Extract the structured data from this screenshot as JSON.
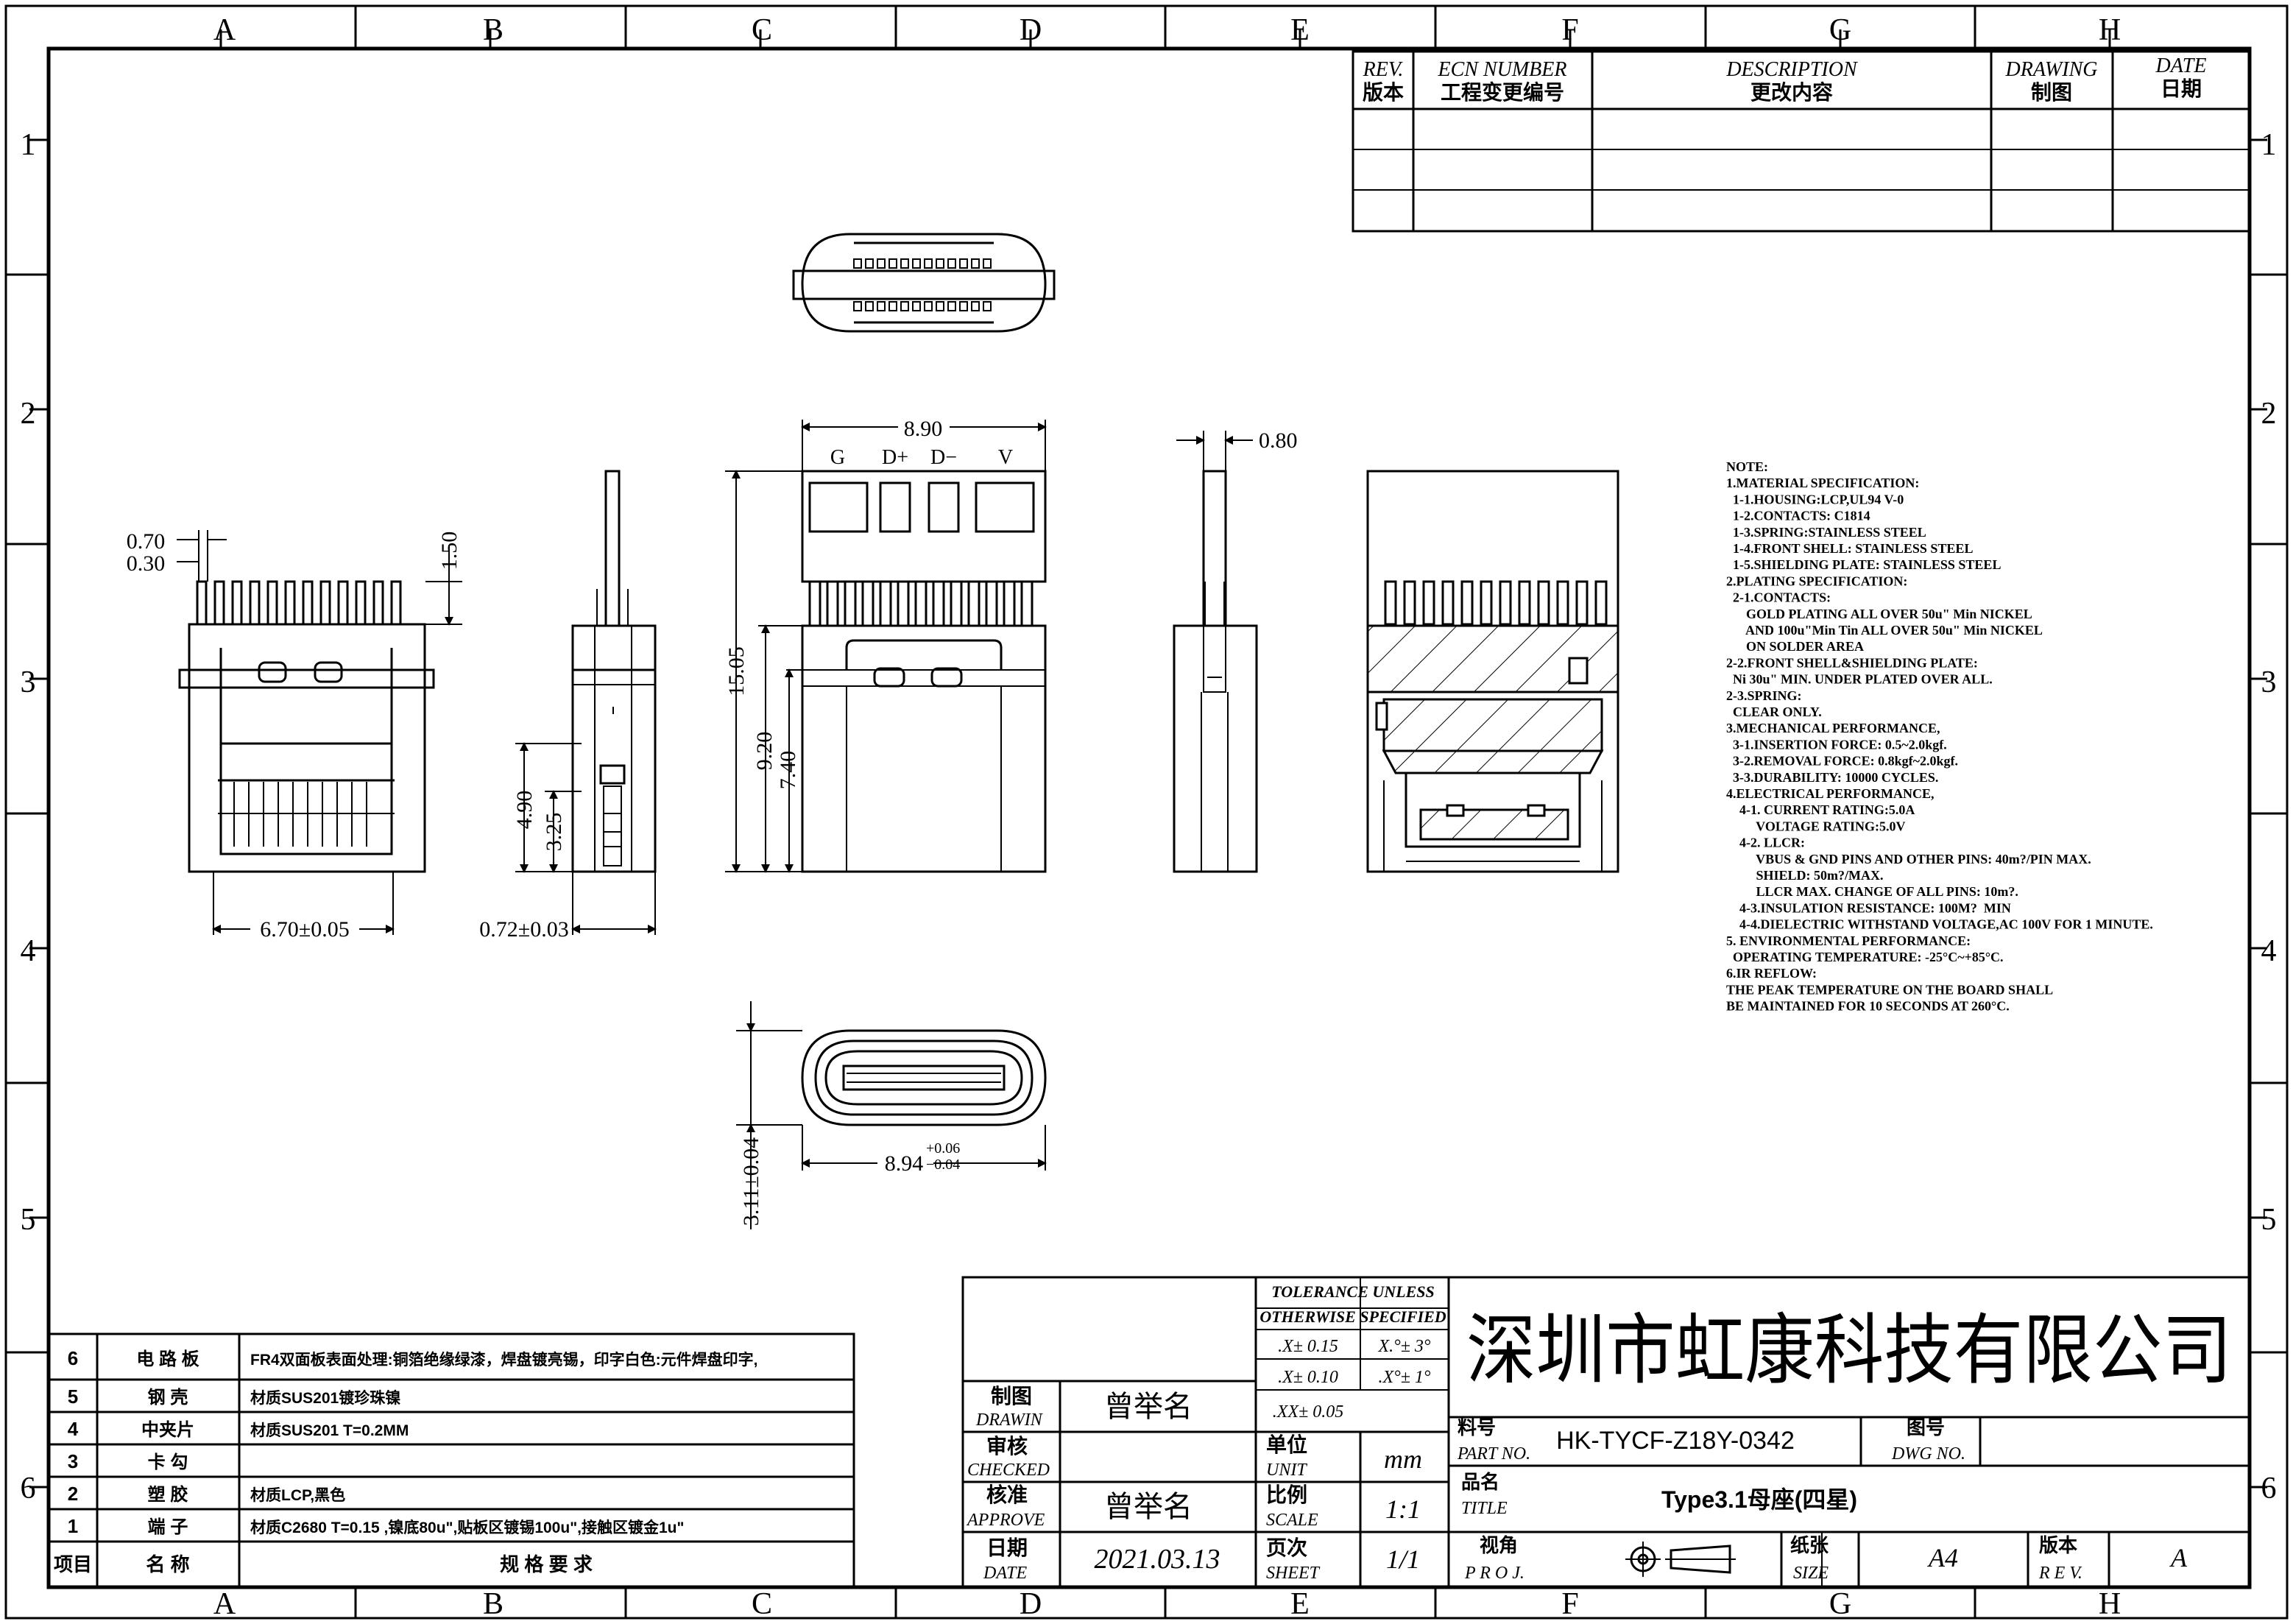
{
  "frame": {
    "col_letters": [
      "A",
      "B",
      "C",
      "D",
      "E",
      "F",
      "G",
      "H"
    ],
    "row_numbers": [
      "1",
      "2",
      "3",
      "4",
      "5",
      "6"
    ]
  },
  "revision_table": {
    "headers": [
      {
        "en": "REV.",
        "cn": "版本"
      },
      {
        "en": "ECN NUMBER",
        "cn": "工程变更编号"
      },
      {
        "en": "DESCRIPTION",
        "cn": "更改内容"
      },
      {
        "en": "DRAWING",
        "cn": "制图"
      },
      {
        "en": "DATE",
        "cn": "日期"
      }
    ]
  },
  "top_view": {
    "labels": {
      "width": "8.90",
      "pin_g": "G",
      "pin_dp": "D+",
      "pin_dm": "D−",
      "pin_v": "V",
      "height_total": "15.05",
      "height_mid": "9.20",
      "height_shell": "7.40"
    }
  },
  "left_view": {
    "labels": {
      "pin_w1": "0.70",
      "pin_w2": "0.30",
      "pin_len": "1.50",
      "width": "6.70±0.05"
    }
  },
  "side_view": {
    "labels": {
      "h1": "4.90",
      "h2": "3.25",
      "thick": "0.72±0.03"
    }
  },
  "right_view": {
    "labels": {
      "thick": "0.80"
    }
  },
  "front_view": {
    "labels": {
      "width": "8.94",
      "tol_plus": "+0.06",
      "tol_minus": "−0.04",
      "height": "3.11±0.04"
    }
  },
  "notes": [
    "NOTE:",
    "1.MATERIAL SPECIFICATION:",
    "  1-1.HOUSING:LCP,UL94 V-0",
    "  1-2.CONTACTS: C1814",
    "  1-3.SPRING:STAINLESS STEEL",
    "  1-4.FRONT SHELL: STAINLESS STEEL",
    "  1-5.SHIELDING PLATE: STAINLESS STEEL",
    "2.PLATING SPECIFICATION:",
    "  2-1.CONTACTS:",
    "      GOLD PLATING ALL OVER 50u\" Min NICKEL",
    "      AND 100u\"Min Tin ALL OVER 50u\" Min NICKEL",
    "      ON SOLDER AREA",
    "2-2.FRONT SHELL&SHIELDING PLATE:",
    "  Ni 30u\" MIN. UNDER PLATED OVER ALL.",
    "2-3.SPRING:",
    "  CLEAR ONLY.",
    "3.MECHANICAL PERFORMANCE,",
    "  3-1.INSERTION FORCE: 0.5~2.0kgf.",
    "  3-2.REMOVAL FORCE: 0.8kgf~2.0kgf.",
    "  3-3.DURABILITY: 10000 CYCLES.",
    "4.ELECTRICAL PERFORMANCE,",
    "    4-1. CURRENT RATING:5.0A",
    "         VOLTAGE RATING:5.0V",
    "    4-2. LLCR:",
    "         VBUS & GND PINS AND OTHER PINS: 40m?/PIN MAX.",
    "         SHIELD: 50m?/MAX.",
    "         LLCR MAX. CHANGE OF ALL PINS: 10m?.",
    "    4-3.INSULATION RESISTANCE: 100M?  MIN",
    "    4-4.DIELECTRIC WITHSTAND VOLTAGE,AC 100V FOR 1 MINUTE.",
    "5. ENVIRONMENTAL PERFORMANCE:",
    "  OPERATING TEMPERATURE: -25°C~+85°C.",
    "6.IR REFLOW:",
    "THE PEAK TEMPERATURE ON THE BOARD SHALL",
    "BE MAINTAINED FOR 10 SECONDS AT 260°C."
  ],
  "bom": {
    "rows": [
      {
        "no": "6",
        "name": "电 路 板",
        "spec": "FR4双面板表面处理:铜箔绝缘绿漆，焊盘镀亮锡，印字白色:元件焊盘印字,"
      },
      {
        "no": "5",
        "name": "钢 壳",
        "spec": "材质SUS201镀珍珠镍"
      },
      {
        "no": "4",
        "name": "中夹片",
        "spec": "材质SUS201 T=0.2MM"
      },
      {
        "no": "3",
        "name": "卡 勾",
        "spec": ""
      },
      {
        "no": "2",
        "name": "塑 胶",
        "spec": "材质LCP,黑色"
      },
      {
        "no": "1",
        "name": "端 子",
        "spec": "材质C2680 T=0.15 ,镍底80u\",贴板区镀锡100u\",接触区镀金1u\""
      }
    ],
    "header": {
      "no": "项目",
      "name": "名 称",
      "spec": "规 格 要 求"
    }
  },
  "title_block": {
    "tolerance_header1": "TOLERANCE UNLESS",
    "tolerance_header2": "OTHERWISE SPECIFIED",
    "tol_x": ".X± 0.15",
    "tol_xx": ".X± 0.10",
    "tol_xxx": ".XX± 0.05",
    "tol_ang1": "X.°± 3°",
    "tol_ang2": ".X°± 1°",
    "drawn_cn": "制图",
    "drawn_en": "DRAWIN",
    "drawn_by": "曾举名",
    "checked_cn": "审核",
    "checked_en": "CHECKED",
    "checked_by": "",
    "approve_cn": "核准",
    "approve_en": "APPROVE",
    "approve_by": "曾举名",
    "date_cn": "日期",
    "date_en": "DATE",
    "date_val": "2021.03.13",
    "unit_cn": "单位",
    "unit_en": "UNIT",
    "unit_val": "mm",
    "scale_cn": "比例",
    "scale_en": "SCALE",
    "scale_val": "1:1",
    "sheet_cn": "页次",
    "sheet_en": "SHEET",
    "sheet_val": "1/1",
    "company": "深圳市虹康科技有限公司",
    "partno_cn": "料号",
    "partno_en": "PART NO.",
    "partno_val": "HK-TYCF-Z18Y-0342",
    "dwgno_cn": "图号",
    "dwgno_en": "DWG NO.",
    "dwgno_val": "",
    "title_cn": "品名",
    "title_en": "TITLE",
    "title_val": "Type3.1母座(四星)",
    "proj_cn": "视角",
    "proj_en": "P R O J.",
    "size_cn": "纸张",
    "size_en": "SIZE",
    "size_val": "A4",
    "rev_cn": "版本",
    "rev_en": "R E V.",
    "rev_val": "A"
  }
}
